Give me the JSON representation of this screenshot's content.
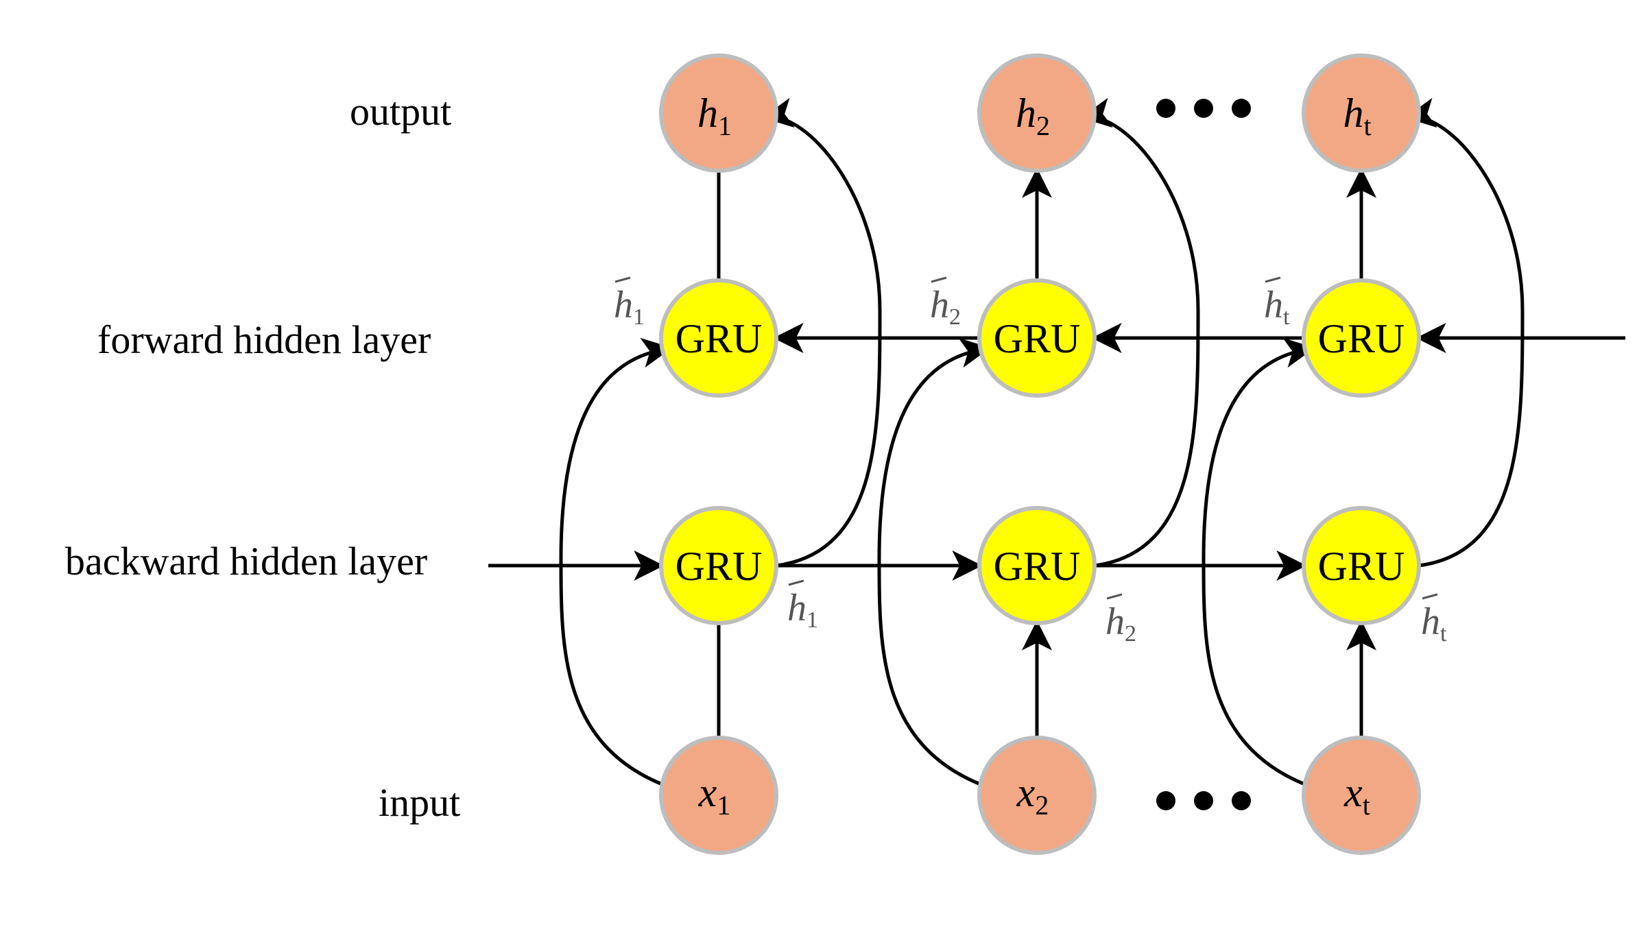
{
  "labels": {
    "output": "output",
    "forward": "forward hidden layer",
    "backward": "backward hidden layer",
    "input": "input"
  },
  "gru_label": "GRU",
  "colors": {
    "io_node": "#f2a884",
    "gru_node": "#ffff00",
    "node_border": "#bdbdbd",
    "edge": "#000000"
  },
  "outputs": [
    {
      "base": "h",
      "sub": "1"
    },
    {
      "base": "h",
      "sub": "2"
    },
    {
      "base": "h",
      "sub": "t"
    }
  ],
  "inputs": [
    {
      "base": "x",
      "sub": "1"
    },
    {
      "base": "x",
      "sub": "2"
    },
    {
      "base": "x",
      "sub": "t"
    }
  ],
  "forward_hidden": [
    {
      "base": "h",
      "sub": "1"
    },
    {
      "base": "h",
      "sub": "2"
    },
    {
      "base": "h",
      "sub": "t"
    }
  ],
  "backward_hidden": [
    {
      "base": "h",
      "sub": "1"
    },
    {
      "base": "h",
      "sub": "2"
    },
    {
      "base": "h",
      "sub": "t"
    }
  ]
}
